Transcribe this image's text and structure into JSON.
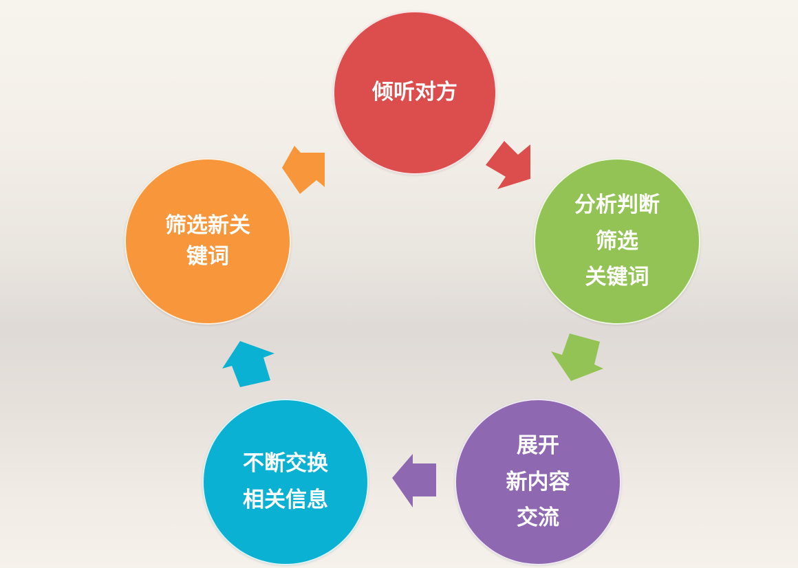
{
  "diagram": {
    "type": "cycle",
    "nodes": [
      {
        "id": "listen",
        "label": "倾听对方",
        "color": "#dc4d4d"
      },
      {
        "id": "analyze",
        "label": "分析判断\n筛选\n关键词",
        "color": "#93c354"
      },
      {
        "id": "expand",
        "label": "展开\n新内容\n交流",
        "color": "#8e68b0"
      },
      {
        "id": "exchange",
        "label": "不断交换\n相关信息",
        "color": "#0ab1d2"
      },
      {
        "id": "refilter",
        "label": "筛选新关\n键词",
        "color": "#f7963a"
      }
    ],
    "edges": [
      {
        "from": "listen",
        "to": "analyze",
        "color": "#dc4d4d"
      },
      {
        "from": "analyze",
        "to": "expand",
        "color": "#93c354"
      },
      {
        "from": "expand",
        "to": "exchange",
        "color": "#8e68b0"
      },
      {
        "from": "exchange",
        "to": "refilter",
        "color": "#0ab1d2"
      },
      {
        "from": "refilter",
        "to": "listen",
        "color": "#f7963a"
      }
    ]
  }
}
